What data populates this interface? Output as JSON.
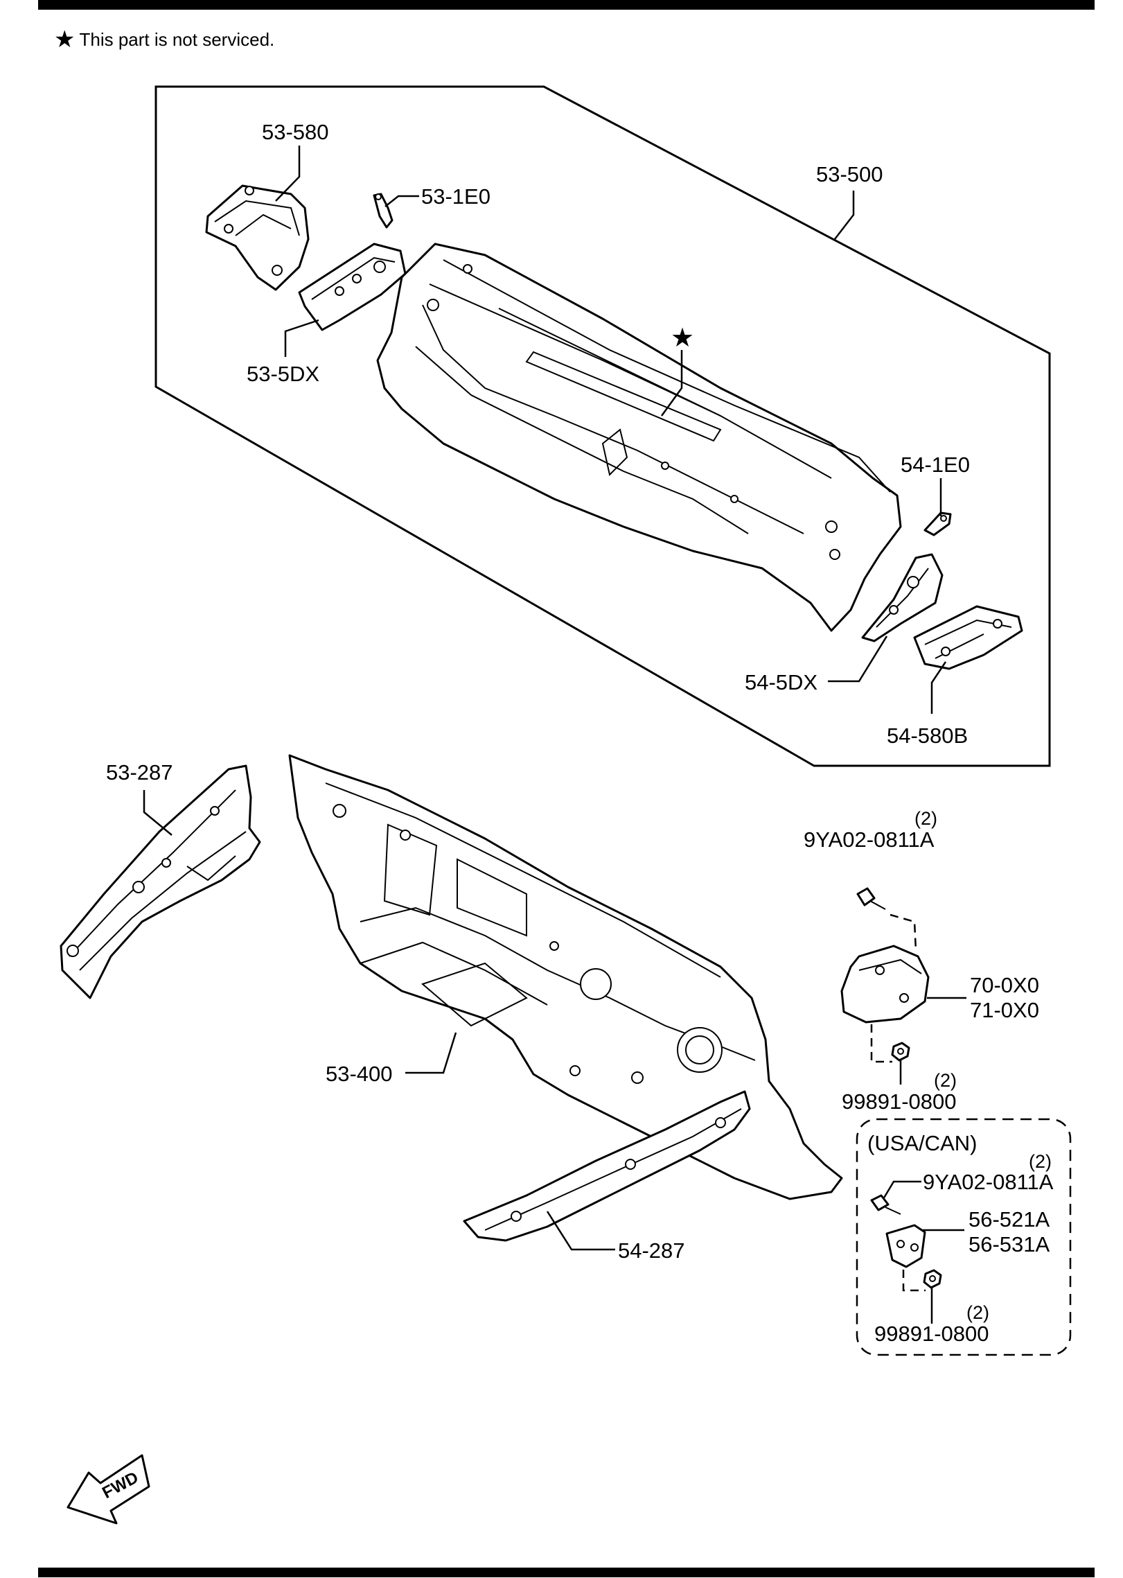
{
  "note": {
    "symbol": "★",
    "text": "This part is not serviced."
  },
  "callouts": {
    "p53_580": "53-580",
    "p53_1e0": "53-1E0",
    "p53_500": "53-500",
    "p53_5dx": "53-5DX",
    "star": "★",
    "p54_1e0": "54-1E0",
    "p54_5dx": "54-5DX",
    "p54_580b": "54-580B",
    "p53_287": "53-287",
    "p53_400": "53-400",
    "p54_287": "54-287",
    "bolt_top_qty": "(2)",
    "bolt_top": "9YA02-0811A",
    "p70_0x0": "70-0X0",
    "p71_0x0": "71-0X0",
    "nut_top_qty": "(2)",
    "nut_top": "99891-0800",
    "region_label": "(USA/CAN)",
    "bolt_box_qty": "(2)",
    "bolt_box": "9YA02-0811A",
    "p56_521a": "56-521A",
    "p56_531a": "56-531A",
    "nut_box_qty": "(2)",
    "nut_box": "99891-0800"
  },
  "fwd_label": "FWD"
}
